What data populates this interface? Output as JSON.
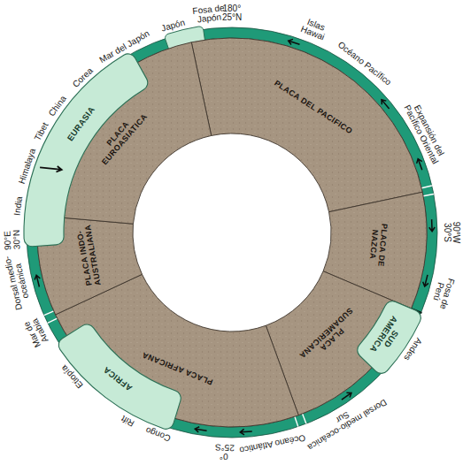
{
  "diagram": {
    "nodes": [
      {
        "text": [
          "PLACA DEL PACIFICO"
        ]
      },
      {
        "text": [
          "PLACA DE NAZCA"
        ]
      },
      {
        "text": [
          "PLACA SUDAMERICANA"
        ]
      },
      {
        "text": [
          "PLACA AFRICANA"
        ]
      },
      {
        "text": [
          "PLACA INDO-AUSTRALIANA"
        ]
      },
      {
        "text": [
          "PLACA EUROASIATICA"
        ]
      },
      {
        "text": [
          "EURASIA"
        ],
        "in": 5
      },
      {
        "text": [
          "AFRICA"
        ],
        "in": 3
      },
      {
        "text": [
          "SUD AMERICA"
        ],
        "in": 2
      }
    ],
    "labels": [
      "180°",
      "25°N",
      "Islas Hawai",
      "Océano Pacífico",
      "Expansión del Pacífico Oriental",
      "90°W",
      "30°S",
      "Fosa de Perú",
      "Andes",
      "Dorsal medio-oceánica Sur",
      "Océano Atlántico",
      "0°",
      "25°S",
      "Congo",
      "Rift",
      "Etiopía",
      "Mar de Arabia",
      "Dorsal medio-oceánica",
      "90°E",
      "30°N",
      "India",
      "Himalaya",
      "Tibet",
      "China",
      "Corea",
      "Mar del Japón",
      "Japón",
      "Fosa de Japón"
    ]
  }
}
